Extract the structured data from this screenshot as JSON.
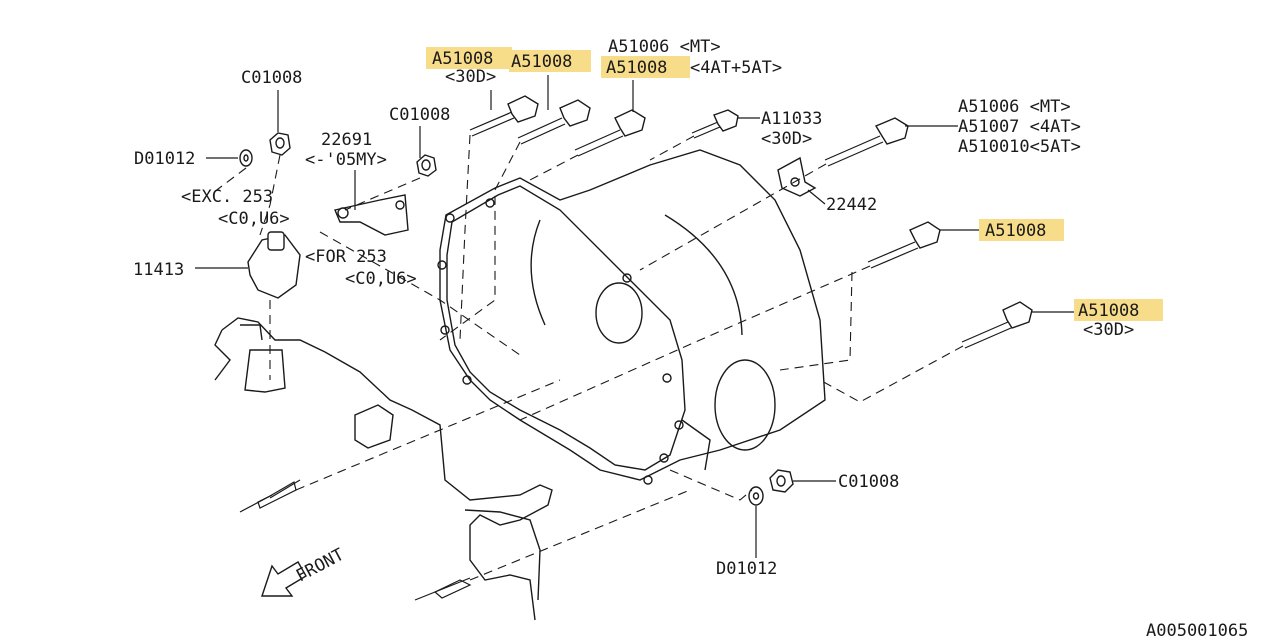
{
  "colors": {
    "highlight": "#f7dc8a",
    "line": "#1a1a1a",
    "background": "#ffffff"
  },
  "labels": {
    "c01008_top_left": "C01008",
    "d01012_left": "D01012",
    "exc_253": "<EXC. 253",
    "c0_u6_a": "<C0,U6>",
    "p22691": "22691",
    "p22691_note": "<-'05MY>",
    "c01008_mid": "C01008",
    "p11413": "11413",
    "for_253": "<FOR 253",
    "c0_u6_b": "<C0,U6>",
    "a51008_1": "A51008",
    "d30_1": "<30D>",
    "a51008_2": "A51008",
    "a51006_mt_a": "A51006 <MT>",
    "a51008_3": "A51008",
    "at_4_5": "<4AT+5AT>",
    "a11033": "A11033",
    "d30_2": "<30D>",
    "a51006_mt_b": "A51006 <MT>",
    "a51007_4at": "A51007 <4AT>",
    "a510010_5at": "A510010<5AT>",
    "p22442": "22442",
    "a51008_4": "A51008",
    "a51008_5": "A51008",
    "d30_3": "<30D>",
    "c01008_right": "C01008",
    "d01012_bottom": "D01012",
    "front": "FRONT",
    "diagram_id": "A005001065"
  }
}
